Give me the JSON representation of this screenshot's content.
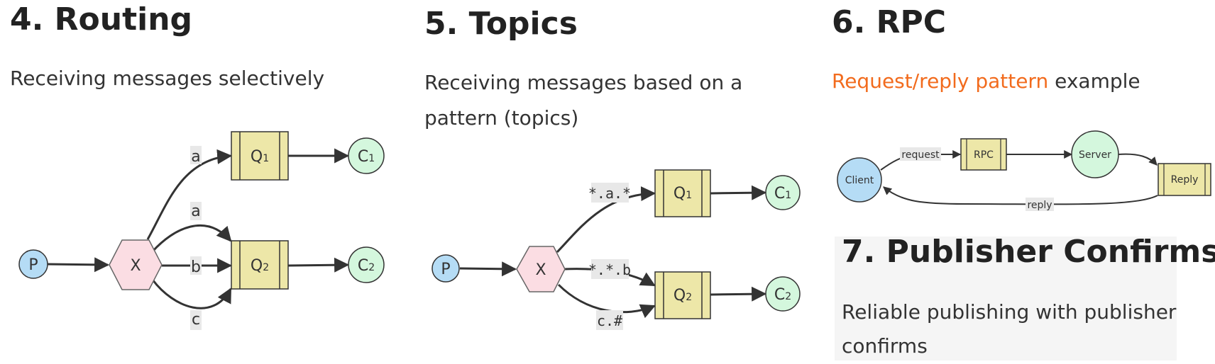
{
  "sections": {
    "routing": {
      "title": "4. Routing",
      "description": "Receiving messages selectively",
      "diagram": {
        "producer": "P",
        "exchange": "X",
        "queue1_main": "Q",
        "queue1_sub": "1",
        "queue2_main": "Q",
        "queue2_sub": "2",
        "consumer1_main": "C",
        "consumer1_sub": "1",
        "consumer2_main": "C",
        "consumer2_sub": "2",
        "binding_labels": [
          "a",
          "a",
          "b",
          "c"
        ]
      }
    },
    "topics": {
      "title": "5. Topics",
      "description": "Receiving messages based on a pattern (topics)",
      "description_line1": "Receiving messages based on a",
      "description_line2": "pattern (topics)",
      "diagram": {
        "producer": "P",
        "exchange": "X",
        "queue1_main": "Q",
        "queue1_sub": "1",
        "queue2_main": "Q",
        "queue2_sub": "2",
        "consumer1_main": "C",
        "consumer1_sub": "1",
        "consumer2_main": "C",
        "consumer2_sub": "2",
        "binding_labels": [
          "*.a.*",
          "*.*.b",
          "c.#"
        ]
      }
    },
    "rpc": {
      "title": "6. RPC",
      "link_text": "Request/reply pattern",
      "description_suffix": " example",
      "diagram": {
        "client": "Client",
        "rpc_queue": "RPC",
        "server": "Server",
        "reply_queue": "Reply",
        "request_label": "request",
        "reply_label": "reply"
      }
    },
    "publisher_confirms": {
      "title": "7. Publisher Confirms",
      "description_line1": "Reliable publishing with publisher",
      "description_line2": "confirms"
    }
  },
  "colors": {
    "producer": "#b5dcf5",
    "exchange": "#fbdde3",
    "queue": "#ede7a8",
    "consumer": "#d4f7dd",
    "link": "#f26b1d",
    "label_bg": "#e8e8e8",
    "panel_bg": "#f5f5f5"
  }
}
